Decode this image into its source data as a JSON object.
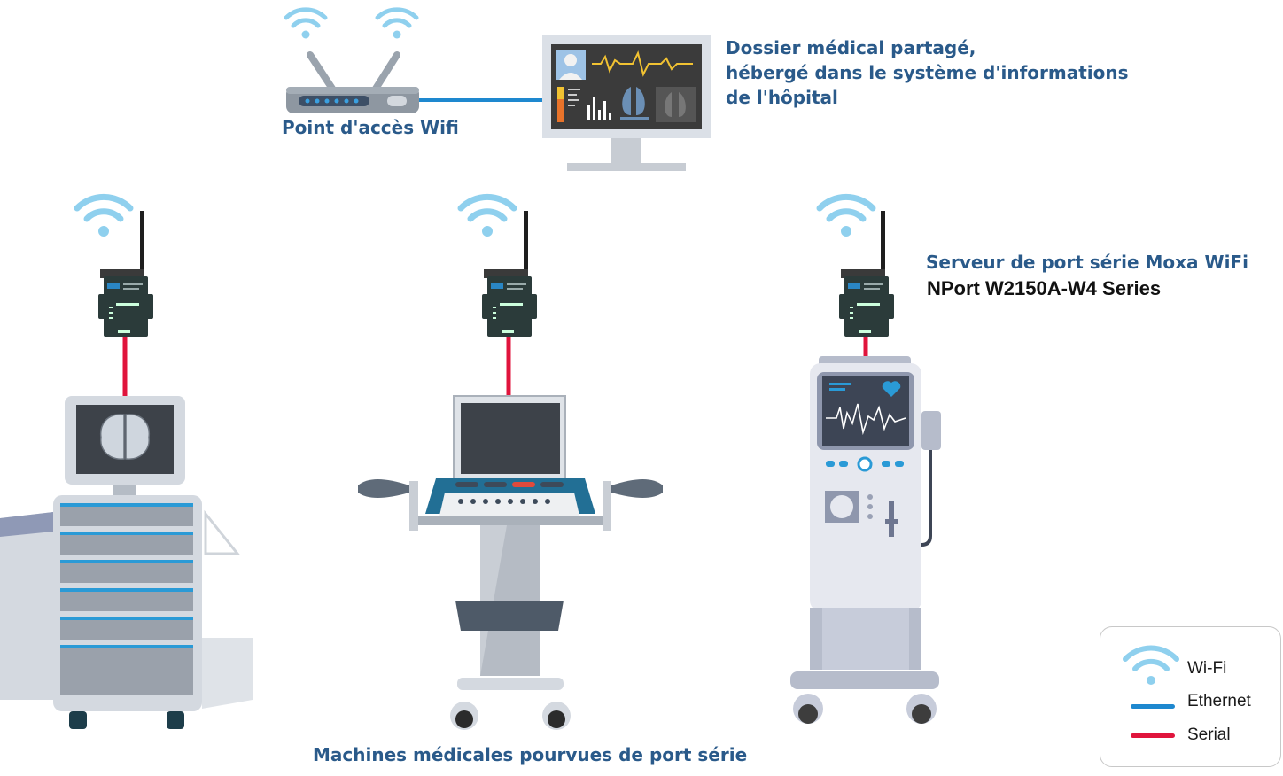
{
  "labels": {
    "access_point": "Point d'accès Wifi",
    "ehr_line1": "Dossier médical partagé,",
    "ehr_line2": "hébergé dans le système d'informations",
    "ehr_line3": "de l'hôpital",
    "moxa_server": "Serveur de port série Moxa WiFi",
    "moxa_model": "NPort W2150A-W4 Series",
    "machines": "Machines médicales pourvues de port série"
  },
  "legend": {
    "items": [
      {
        "label": "Wi-Fi",
        "icon": "wifi-icon"
      },
      {
        "label": "Ethernet",
        "color": "#1e88cf"
      },
      {
        "label": "Serial",
        "color": "#e0143c"
      }
    ]
  },
  "colors": {
    "wifi": "#8fd0ee",
    "ethernet": "#1e88cf",
    "serial": "#e0143c",
    "text": "#2a5a8a"
  }
}
